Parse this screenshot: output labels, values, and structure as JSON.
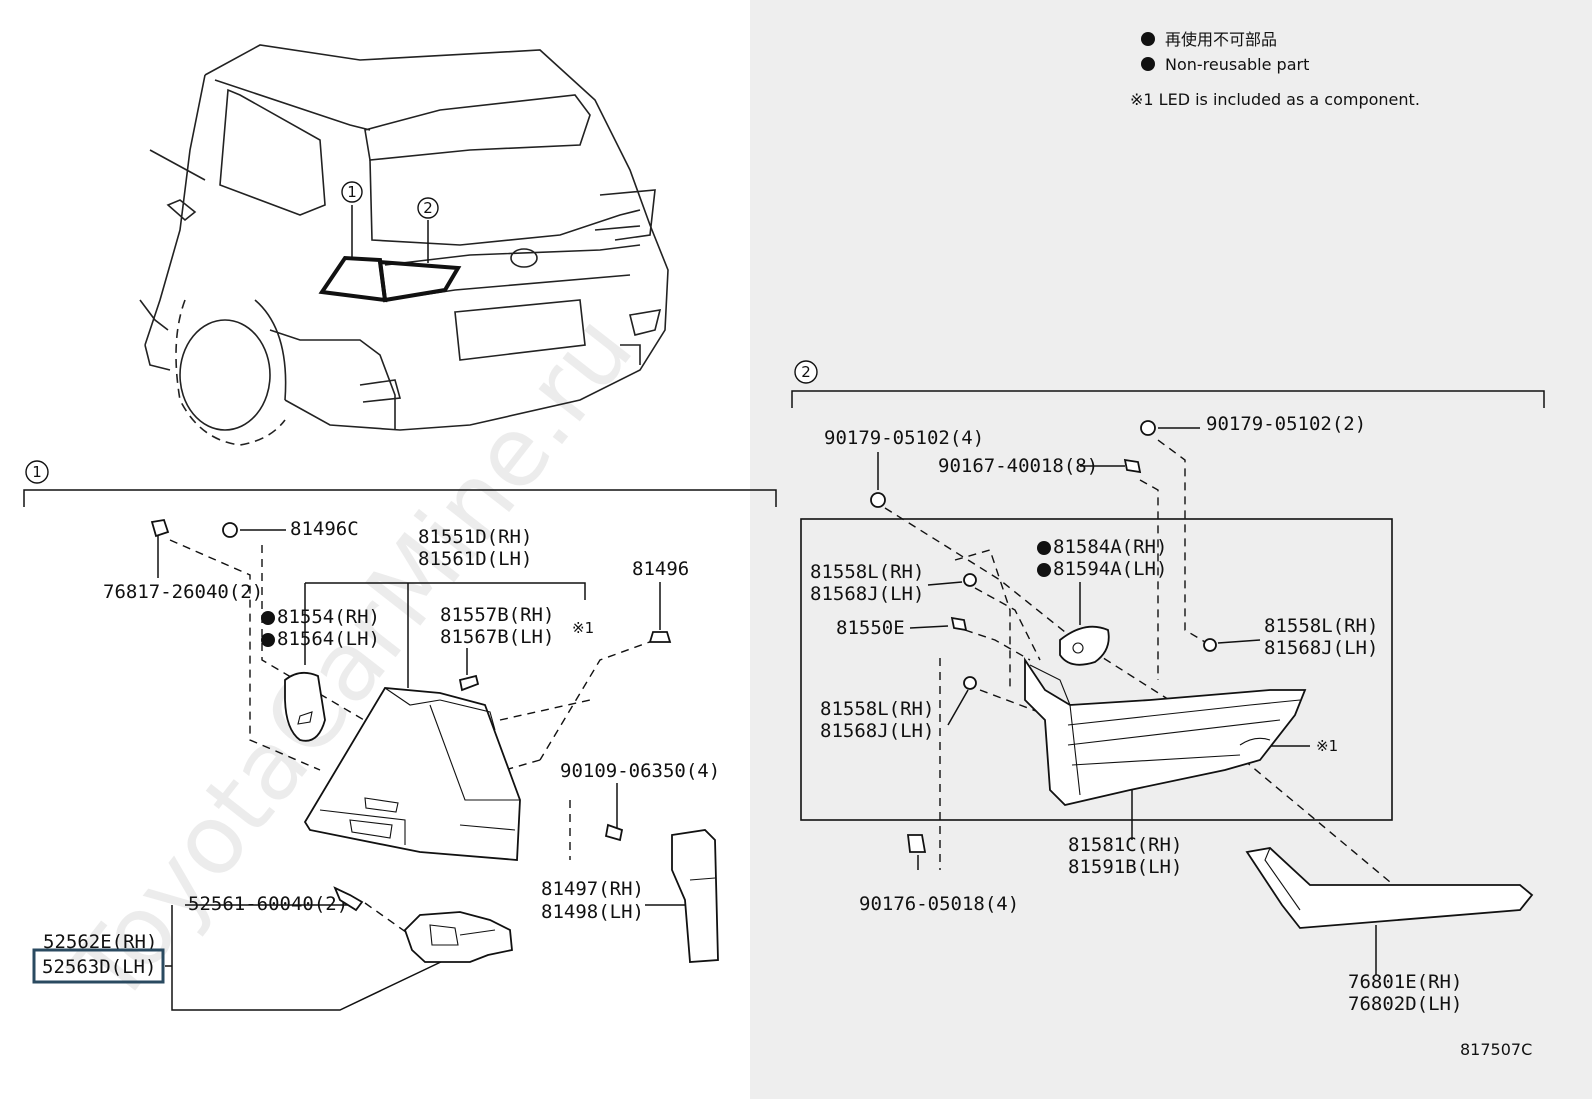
{
  "legend": {
    "jp": "再使用不可部品",
    "en": "Non-reusable part",
    "note": "※1 LED is included as a component."
  },
  "watermark": "ToyotaCarMine.ru",
  "figure_code": "817507C",
  "callouts": {
    "one": "1",
    "two": "2",
    "note_mark": "※1"
  },
  "section1": {
    "labels": {
      "p76817": "76817-26040(2)",
      "p81496C": "81496C",
      "p81551D": "81551D(RH)",
      "p81561D": "81561D(LH)",
      "p81554": "81554(RH)",
      "p81564": "81564(LH)",
      "p81557B": "81557B(RH)",
      "p81567B": "81567B(LH)",
      "p81496": "81496",
      "p90109": "90109-06350(4)",
      "p52561": "52561-60040(2)",
      "p52562E": "52562E(RH)",
      "p52563D": "52563D(LH)",
      "p81497": "81497(RH)",
      "p81498": "81498(LH)"
    }
  },
  "section2": {
    "labels": {
      "p90179a": "90179-05102(4)",
      "p90179b": "90179-05102(2)",
      "p90167": "90167-40018(8)",
      "p81584A": "81584A(RH)",
      "p81594A": "81594A(LH)",
      "p81558La": "81558L(RH)",
      "p81568Ja": "81568J(LH)",
      "p81550E": "81550E",
      "p81558Lb": "81558L(RH)",
      "p81568Jb": "81568J(LH)",
      "p81558Lc": "81558L(RH)",
      "p81568Jc": "81568J(LH)",
      "p81581C": "81581C(RH)",
      "p81591B": "81591B(LH)",
      "p90176": "90176-05018(4)",
      "p76801E": "76801E(RH)",
      "p76802D": "76802D(LH)"
    }
  }
}
